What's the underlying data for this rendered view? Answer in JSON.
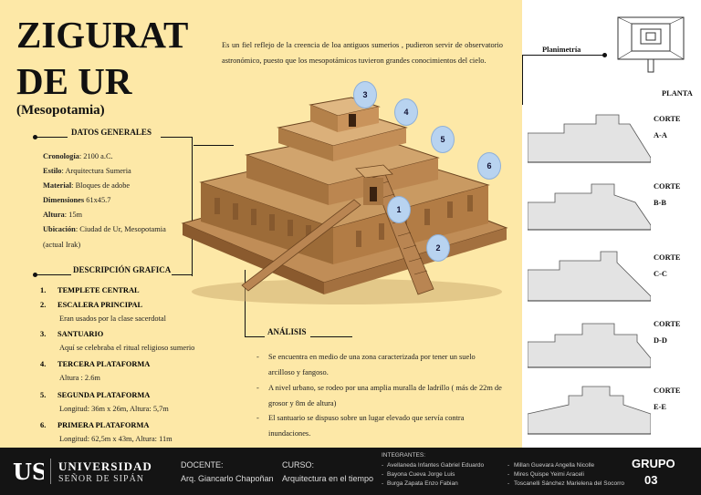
{
  "title": {
    "line1": "ZIGURAT",
    "line2": "DE UR",
    "subtitle": "(Mesopotamia)"
  },
  "intro": "Es un fiel reflejo de la creencia de loa antiguos sumerios , pudieron servir de observatorio astronómico, puesto que los mesopotámicos tuvieron grandes conocimientos del cielo.",
  "datos": {
    "heading": "DATOS GENERALES",
    "rows": [
      {
        "label": "Cronología",
        "value": ": 2100 a.C."
      },
      {
        "label": "Estilo",
        "value": ": Arquitectura Sumeria"
      },
      {
        "label": "Material",
        "value": ": Bloques de adobe"
      },
      {
        "label": "Dimensiones",
        "value": " 61x45.7"
      },
      {
        "label": "Altura",
        "value": ": 15m"
      },
      {
        "label": "Ubicación",
        "value": ":  Ciudad de Ur, Mesopotamia"
      }
    ],
    "extra": "(actual Irak)"
  },
  "descripcion": {
    "heading": "DESCRIPCIÓN GRAFICA",
    "items": [
      {
        "num": "1.",
        "name": "TEMPLETE CENTRAL",
        "detail": ""
      },
      {
        "num": "2.",
        "name": "ESCALERA PRINCIPAL",
        "detail": "Eran usados por la clase sacerdotal"
      },
      {
        "num": "3.",
        "name": "SANTUARIO",
        "detail": "Aquí se celebraba el ritual religioso sumerio"
      },
      {
        "num": "4.",
        "name": "TERCERA PLATAFORMA",
        "detail": "Altura : 2.6m"
      },
      {
        "num": "5.",
        "name": "SEGUNDA PLATAFORMA",
        "detail": "Longitud: 36m x 26m, Altura: 5,7m"
      },
      {
        "num": "6.",
        "name": "PRIMERA PLATAFORMA",
        "detail": "Longitud: 62,5m x 43m,  Altura: 11m"
      }
    ]
  },
  "analisis": {
    "heading": "ANÁLISIS",
    "items": [
      "Se encuentra en medio de una zona caracterizada por tener un suelo arcilloso y fangoso.",
      "A nivel urbano, se rodeo por una amplia muralla de ladrillo ( más de 22m de grosor y 8m de altura)",
      "El santuario se dispuso sobre un lugar elevado que servía contra inundaciones."
    ]
  },
  "markers": [
    "1",
    "2",
    "3",
    "4",
    "5",
    "6"
  ],
  "side": {
    "planimetria": "Planimetría",
    "planta": "PLANTA",
    "cortes": [
      {
        "word": "CORTE",
        "code": "A-A"
      },
      {
        "word": "CORTE",
        "code": "B-B"
      },
      {
        "word": "CORTE",
        "code": "C-C"
      },
      {
        "word": "CORTE",
        "code": "D-D"
      },
      {
        "word": "CORTE",
        "code": "E-E"
      }
    ]
  },
  "footer": {
    "uni_line1": "UNIVERSIDAD",
    "uni_line2": "SEÑOR DE SIPÁN",
    "docente_label": "DOCENTE:",
    "docente": "Arq. Giancarlo Chapoñan",
    "curso_label": "CURSO:",
    "curso": "Arquitectura en el tiempo",
    "integrantes_label": "INTEGRANTES:",
    "integrantes_col1": [
      "Avellaneda Infantes Gabriel Eduardo",
      "Bayona Cueva Jorge Luis",
      "Burga Zapata Enzo Fabian"
    ],
    "integrantes_col2": [
      "Millan Guevara Angella Nicolle",
      "Mires Quispe Yeimi Araceli",
      "Toscanelli Sánchez Marielena del Socorro"
    ],
    "grupo_label": "GRUPO",
    "grupo_num": "03"
  },
  "colors": {
    "background": "#fde8a7",
    "footer": "#141414",
    "marker": "#b8d3f0",
    "brick": "#b98a57"
  }
}
